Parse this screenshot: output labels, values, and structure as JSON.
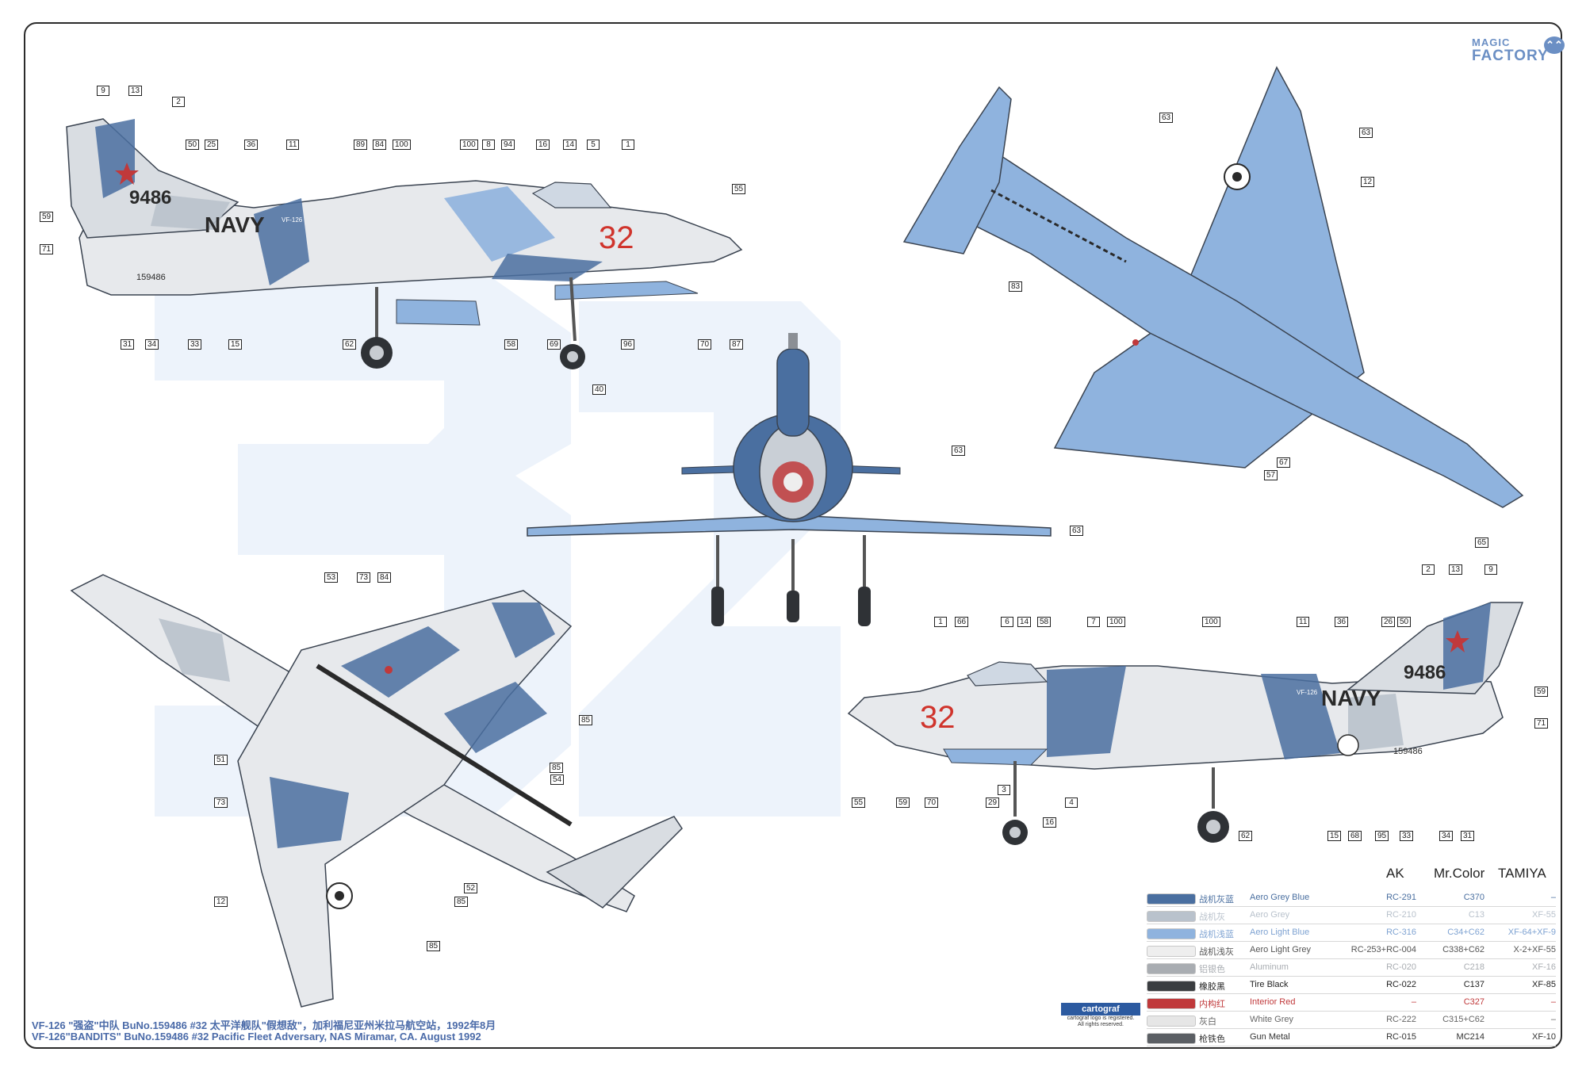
{
  "brand": {
    "line1": "MAGIC",
    "line2": "FACTORY"
  },
  "caption": {
    "cn": "VF-126 \"强盗\"中队 BuNo.159486 #32 太平洋舰队\"假想敌\"，加利福尼亚州米拉马航空站，1992年8月",
    "en": "VF-126\"BANDITS\" BuNo.159486 #32 Pacific Fleet Adversary, NAS Miramar, CA. August 1992"
  },
  "aircraft": {
    "navy_text": "NAVY",
    "tail_number": "9486",
    "bureau_number": "159486",
    "modex": "32",
    "squadron_code": "VF-126"
  },
  "cartograf": {
    "name": "cartograf",
    "note1": "cartograf logo is registered.",
    "note2": "All rights reserved."
  },
  "legend": {
    "headers": {
      "ak": "AK",
      "mrcolor": "Mr.Color",
      "tamiya": "TAMIYA"
    },
    "rows": [
      {
        "cn": "战机灰蓝",
        "en": "Aero Grey Blue",
        "ak": "RC-291",
        "mrcolor": "C370",
        "tamiya": "–",
        "swatch": "#4a6fa0",
        "text_color": "#4a6fa0"
      },
      {
        "cn": "战机灰",
        "en": "Aero Grey",
        "ak": "RC-210",
        "mrcolor": "C13",
        "tamiya": "XF-55",
        "swatch": "#b9c2cc",
        "text_color": "#b9c2cc"
      },
      {
        "cn": "战机浅蓝",
        "en": "Aero Light Blue",
        "ak": "RC-316",
        "mrcolor": "C34+C62",
        "tamiya": "XF-64+XF-9",
        "swatch": "#8fb3de",
        "text_color": "#7fa3d2"
      },
      {
        "cn": "战机浅灰",
        "en": "Aero Light Grey",
        "ak": "RC-253+RC-004",
        "mrcolor": "C338+C62",
        "tamiya": "X-2+XF-55",
        "swatch": "#eeeeee",
        "text_color": "#555555"
      },
      {
        "cn": "铝银色",
        "en": "Aluminum",
        "ak": "RC-020",
        "mrcolor": "C218",
        "tamiya": "XF-16",
        "swatch": "#a9adb2",
        "text_color": "#a9adb2"
      },
      {
        "cn": "橡胶黑",
        "en": "Tire Black",
        "ak": "RC-022",
        "mrcolor": "C137",
        "tamiya": "XF-85",
        "swatch": "#3a3d40",
        "text_color": "#222222"
      },
      {
        "cn": "内构红",
        "en": "Interior Red",
        "ak": "–",
        "mrcolor": "C327",
        "tamiya": "–",
        "swatch": "#c0393b",
        "text_color": "#c0393b"
      },
      {
        "cn": "灰白",
        "en": "White Grey",
        "ak": "RC-222",
        "mrcolor": "C315+C62",
        "tamiya": "–",
        "swatch": "#e6e6e6",
        "text_color": "#666666"
      },
      {
        "cn": "枪铁色",
        "en": "Gun Metal",
        "ak": "RC-015",
        "mrcolor": "MC214",
        "tamiya": "XF-10",
        "swatch": "#5b5f64",
        "text_color": "#333333"
      }
    ]
  },
  "callouts": {
    "left_profile": [
      "9",
      "13",
      "2",
      "50",
      "25",
      "36",
      "11",
      "89",
      "84",
      "100",
      "100",
      "8",
      "94",
      "16",
      "14",
      "5",
      "1",
      "55",
      "59",
      "71",
      "31",
      "34",
      "33",
      "15",
      "62",
      "58",
      "69",
      "40",
      "96",
      "70",
      "87"
    ],
    "top_view": [
      "63",
      "63",
      "12",
      "83",
      "63",
      "67",
      "57",
      "63",
      "65"
    ],
    "bottom_view": [
      "53",
      "73",
      "84",
      "85",
      "51",
      "85",
      "54",
      "73",
      "52",
      "85",
      "12",
      "85"
    ],
    "right_profile": [
      "2",
      "13",
      "9",
      "1",
      "66",
      "6",
      "14",
      "58",
      "7",
      "100",
      "100",
      "11",
      "36",
      "26",
      "50",
      "59",
      "71",
      "55",
      "59",
      "70",
      "3",
      "29",
      "16",
      "4",
      "62",
      "15",
      "68",
      "95",
      "33",
      "34",
      "31"
    ]
  }
}
